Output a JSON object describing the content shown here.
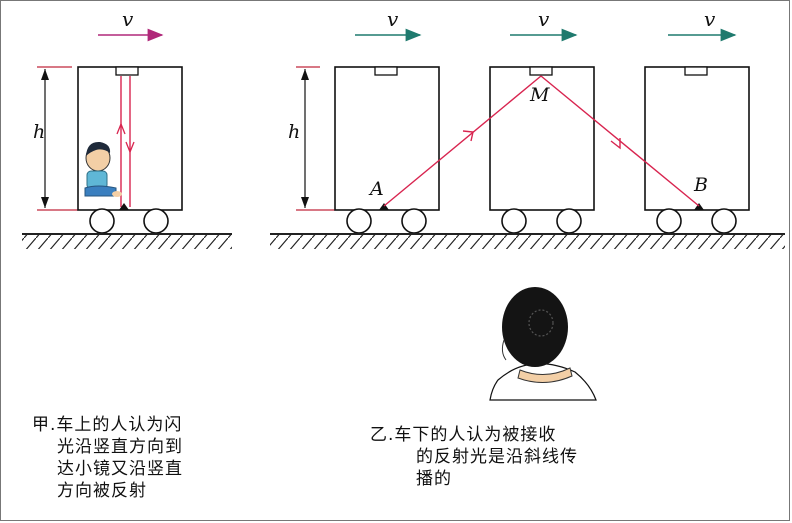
{
  "velocity_label": "v",
  "height_label": "h",
  "point_a": "A",
  "point_m": "M",
  "point_b": "B",
  "caption_left": {
    "marker": "甲.",
    "lines": [
      "车上的人认为闪",
      "光沿竖直方向到",
      "达小镜又沿竖直",
      "方向被反射"
    ]
  },
  "caption_right": {
    "marker": "乙.",
    "lines": [
      "车下的人认为被接收",
      "的反射光是沿斜线传",
      "播的"
    ]
  },
  "colors": {
    "light_ray": "#d8244f",
    "velocity_arrow_left": "#b0287a",
    "velocity_arrow": "#1f7a6e",
    "ink": "#111111",
    "dimension": "#c0283c"
  }
}
